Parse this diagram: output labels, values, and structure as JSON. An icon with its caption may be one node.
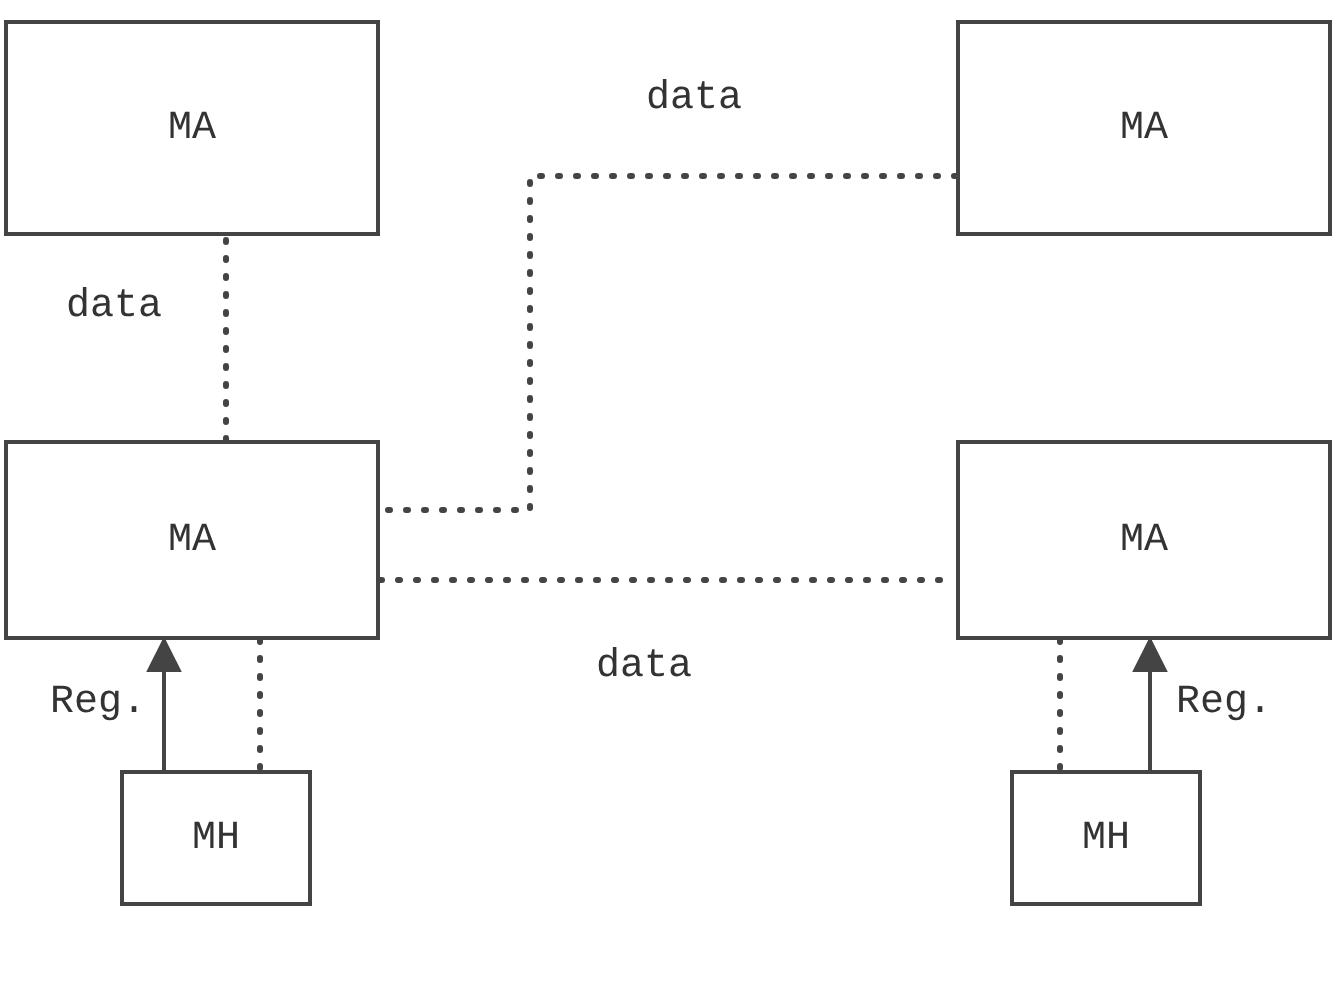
{
  "diagram": {
    "nodes": [
      {
        "text": [
          "MA"
        ]
      },
      {
        "text": [
          "MA"
        ]
      },
      {
        "text": [
          "MA"
        ]
      },
      {
        "text": [
          "MA"
        ]
      },
      {
        "text": [
          "MH"
        ]
      },
      {
        "text": [
          "MH"
        ]
      }
    ],
    "edges": [
      {
        "from": 1,
        "to": 2,
        "arrow": "none",
        "label": "data",
        "style": "dashed"
      },
      {
        "from": 2,
        "to": 0,
        "arrow": "none",
        "label": "data",
        "style": "dashed"
      },
      {
        "from": 2,
        "to": 3,
        "arrow": "none",
        "label": "data",
        "style": "dashed"
      },
      {
        "from": 4,
        "to": 2,
        "arrow": "to",
        "label": "Reg."
      },
      {
        "from": 2,
        "to": 4,
        "arrow": "none",
        "style": "dashed"
      },
      {
        "from": 5,
        "to": 3,
        "arrow": "to",
        "label": "Reg."
      },
      {
        "from": 3,
        "to": 5,
        "arrow": "none",
        "style": "dashed"
      }
    ]
  }
}
